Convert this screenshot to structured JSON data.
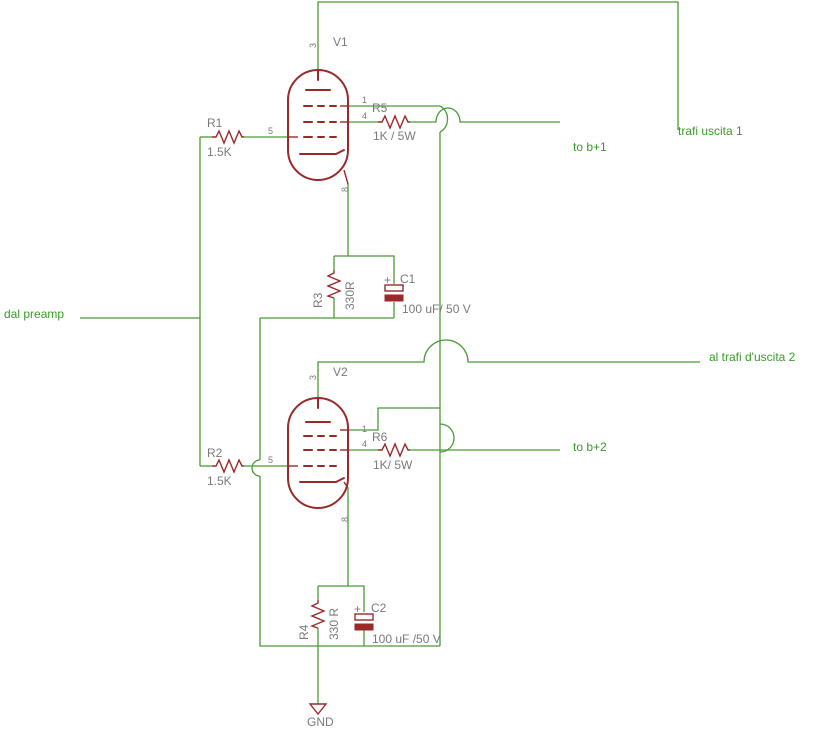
{
  "tubes": {
    "v1": {
      "name": "V1",
      "pin_top": "3",
      "pin_1": "1",
      "pin_4": "4",
      "pin_5": "5",
      "pin_8": "8"
    },
    "v2": {
      "name": "V2",
      "pin_top": "3",
      "pin_1": "1",
      "pin_4": "4",
      "pin_5": "5",
      "pin_8": "8"
    }
  },
  "resistors": {
    "r1": {
      "name": "R1",
      "value": "1.5K"
    },
    "r2": {
      "name": "R2",
      "value": "1.5K"
    },
    "r3": {
      "name": "R3",
      "value": "330R"
    },
    "r4": {
      "name": "R4",
      "value": "330 R"
    },
    "r5": {
      "name": "R5",
      "value": "1K / 5W"
    },
    "r6": {
      "name": "R6",
      "value": "1K/ 5W"
    }
  },
  "capacitors": {
    "c1": {
      "name": "C1",
      "value": "100 uF/ 50 V",
      "polarity": "+"
    },
    "c2": {
      "name": "C2",
      "value": "100 uF /50 V",
      "polarity": "+"
    }
  },
  "nets": {
    "input": "dal preamp",
    "b1": "to b+1",
    "b2": "to b+2",
    "out1": "trafi uscita 1",
    "out2": "al trafi d'uscita 2",
    "gnd": "GND"
  },
  "colors": {
    "wire": "#4a9a3a",
    "component": "#9a2a2a",
    "label": "#7a7a7a",
    "net_label": "#3a9a2a"
  }
}
